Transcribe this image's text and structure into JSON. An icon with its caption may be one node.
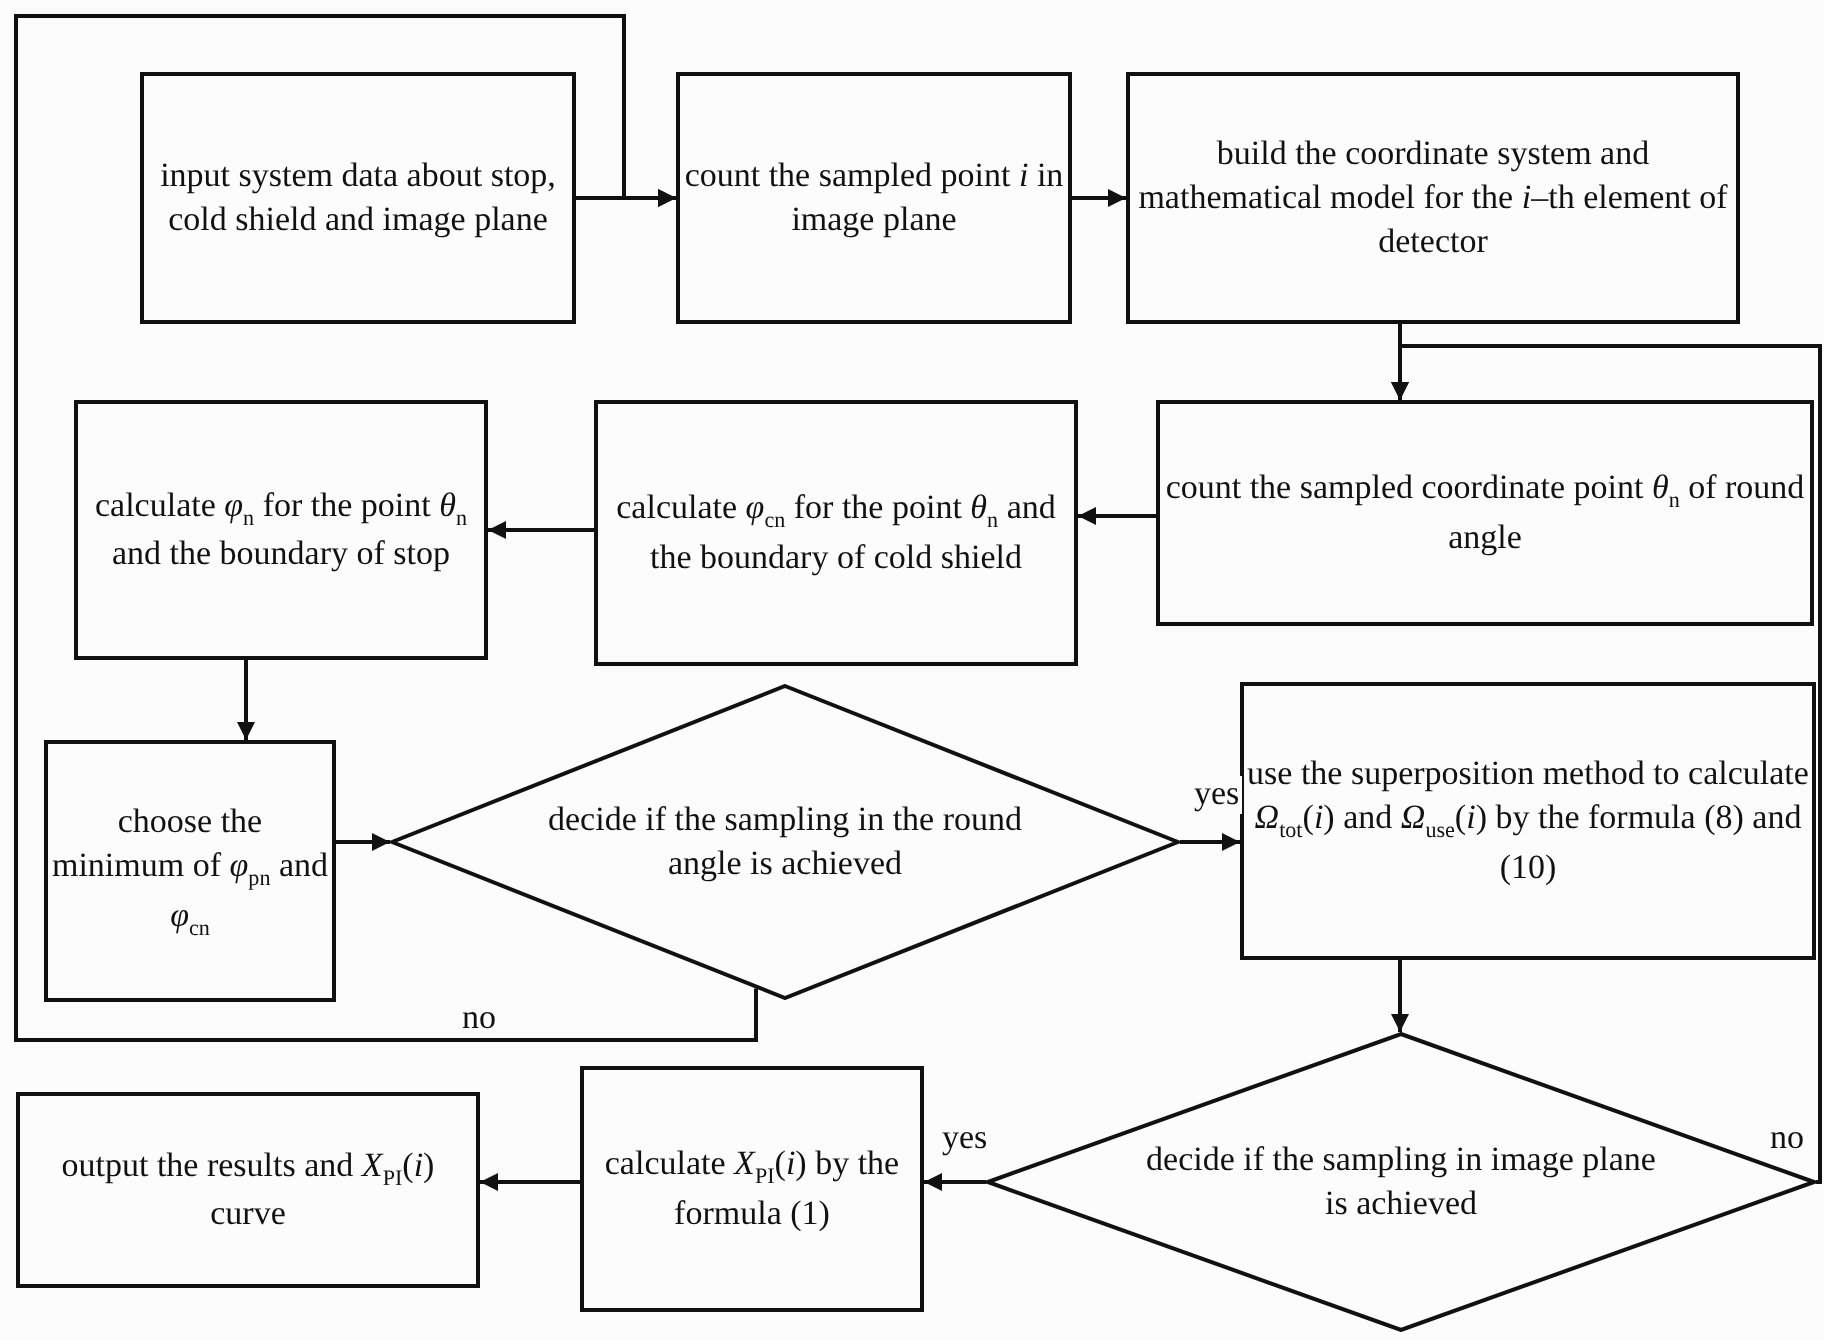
{
  "diagram": {
    "nodes": [
      {
        "text": [
          "input system data about stop, cold shield and image plane"
        ]
      },
      {
        "text": [
          "count the sampled point *i* in image plane"
        ]
      },
      {
        "text": [
          "build the coordinate system and mathematical model for the *i*–th element of detector"
        ]
      },
      {
        "text": [
          "count the sampled coordinate point *θ*$_{n}$ of round angle"
        ]
      },
      {
        "text": [
          "calculate *φ*$_{cn}$ for the point *θ*$_{n}$ and the boundary of cold shield"
        ]
      },
      {
        "text": [
          "calculate *φ*$_{n}$ for the point *θ*$_{n}$ and  the boundary of stop"
        ]
      },
      {
        "text": [
          "choose the minimum of *φ*$_{pn}$ and *φ*$_{cn}$"
        ]
      },
      {
        "text": [
          "decide if the sampling in the round angle is achieved"
        ]
      },
      {
        "text": [
          "use the superposition method to calculate *Ω*$_{tot}$(*i*) and *Ω*$_{use}$(*i*) by the formula (8) and (10)"
        ]
      },
      {
        "text": [
          "decide if the sampling in image plane is achieved"
        ]
      },
      {
        "text": [
          "calculate *X*$_{PI}$(*i*) by the formula (1)"
        ]
      },
      {
        "text": [
          "output the results and *X*$_{PI}$(*i*) curve"
        ]
      }
    ],
    "edges": [
      {
        "from": 0,
        "to": 1,
        "arrow": "to"
      },
      {
        "from": 1,
        "to": 2,
        "arrow": "to"
      },
      {
        "from": 2,
        "to": 3,
        "arrow": "to"
      },
      {
        "from": 3,
        "to": 4,
        "arrow": "to"
      },
      {
        "from": 4,
        "to": 5,
        "arrow": "to"
      },
      {
        "from": 5,
        "to": 6,
        "arrow": "to"
      },
      {
        "from": 6,
        "to": 7,
        "arrow": "to"
      },
      {
        "from": 7,
        "to": 8,
        "arrow": "to",
        "label": "yes"
      },
      {
        "from": 7,
        "to": 1,
        "arrow": "to",
        "label": "no"
      },
      {
        "from": 8,
        "to": 9,
        "arrow": "to"
      },
      {
        "from": 9,
        "to": 10,
        "arrow": "to",
        "label": "yes"
      },
      {
        "from": 9,
        "to": 3,
        "arrow": "to",
        "label": "no"
      },
      {
        "from": 10,
        "to": 11,
        "arrow": "to"
      }
    ]
  }
}
